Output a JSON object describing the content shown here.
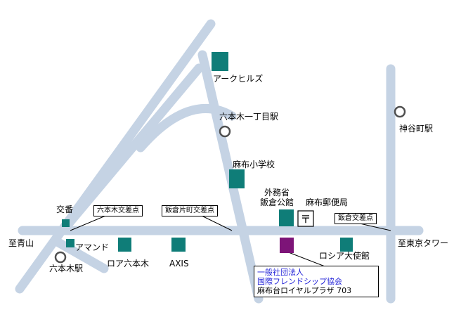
{
  "colors": {
    "road": "#c5d3e4",
    "building": "#0f7d78",
    "destination": "#7d1478",
    "station_ring": "#505050"
  },
  "labels": {
    "ark_hills": "アークヒルズ",
    "roppongi_itchome_sta": "六本木一丁目駅",
    "kamiyacho_sta": "神谷町駅",
    "azabu_elementary": "麻布小学校",
    "foreign_ministry": "外務省\n飯倉公館",
    "azabu_post_office": "麻布郵便局",
    "koban": "交番",
    "almond": "アマンド",
    "roppongi_sta": "六本木駅",
    "roa_roppongi": "ロア六本木",
    "axis": "AXIS",
    "russian_embassy": "ロシア大使館",
    "to_aoyama": "至青山",
    "to_tokyo_tower": "至東京タワー"
  },
  "callouts": {
    "roppongi_crossing": "六本木交差点",
    "iikura_katamachi_crossing": "飯倉片町交差点",
    "iikura_crossing": "飯倉交差点"
  },
  "address": {
    "line1": "一般社団法人",
    "line2": "国際フレンドシップ協会",
    "line3": "麻布台ロイヤルプラザ 703"
  },
  "icons": {
    "post_office": "〒"
  }
}
